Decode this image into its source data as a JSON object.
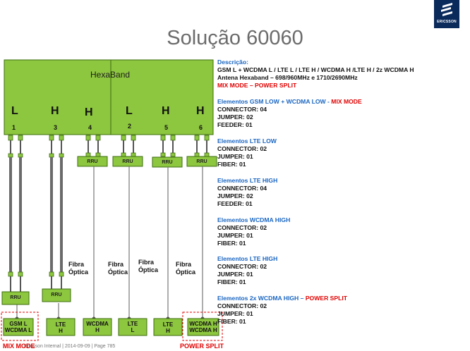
{
  "slide": {
    "title": "Solução 60060",
    "logo_text": "ERICSSON"
  },
  "antenna": {
    "name": "HexaBand",
    "columns": [
      {
        "band": "L",
        "port": "1"
      },
      {
        "band": "H",
        "port": "3"
      },
      {
        "band": "H",
        "port": "4"
      },
      {
        "band": "L",
        "port": "2"
      },
      {
        "band": "H",
        "port": "5"
      },
      {
        "band": "H",
        "port": "6"
      }
    ]
  },
  "rru_label": "RRU",
  "fibra_label": [
    "Fibra",
    "Óptica"
  ],
  "units": [
    {
      "line1": "GSM L",
      "line2": "WCDMA L"
    },
    {
      "line1": "LTE",
      "line2": "H"
    },
    {
      "line1": "WCDMA",
      "line2": "H"
    },
    {
      "line1": "LTE",
      "line2": "L"
    },
    {
      "line1": "LTE",
      "line2": "H"
    },
    {
      "line1": "WCDMA H",
      "line2": "WCDMA H"
    }
  ],
  "description": {
    "heading": "Descrição:",
    "line1": "GSM L + WCDMA L / LTE L / LTE H / WCDMA H /LTE H / 2z WCDMA H",
    "line2": "Antena Hexaband – 698/960MHz  e  1710/2690MHz",
    "mode": "MIX MODE – POWER SPLIT"
  },
  "elements": [
    {
      "title": "Elementos  GSM LOW + WCDMA LOW",
      "sep": " - ",
      "suffix": "MIX MODE",
      "lines": [
        "CONNECTOR: 04",
        "JUMPER: 02",
        "FEEDER: 01"
      ]
    },
    {
      "title": "Elementos  LTE LOW",
      "sep": "",
      "suffix": "",
      "lines": [
        "CONNECTOR: 02",
        "JUMPER: 01",
        "FIBER: 01"
      ]
    },
    {
      "title": "Elementos  LTE HIGH",
      "sep": "",
      "suffix": "",
      "lines": [
        "CONNECTOR: 04",
        "JUMPER: 02",
        "FEEDER: 01"
      ]
    },
    {
      "title": "Elementos  WCDMA HIGH",
      "sep": "",
      "suffix": "",
      "lines": [
        "CONNECTOR: 02",
        "JUMPER: 01",
        "FIBER: 01"
      ]
    },
    {
      "title": "Elementos  LTE HIGH",
      "sep": "",
      "suffix": "",
      "lines": [
        "CONNECTOR: 02",
        "JUMPER: 01",
        "FIBER: 01"
      ]
    },
    {
      "title": "Elementos  2x WCDMA HIGH",
      "sep": " – ",
      "suffix": "POWER SPLIT",
      "lines": [
        "CONNECTOR: 02",
        "JUMPER: 01",
        "FIBER: 01"
      ]
    }
  ],
  "footer": {
    "mix_mode": "MIX MODE",
    "power_split": "POWER SPLIT",
    "text": "Ericsson Internal  |  2014-09-09  |  Page 785"
  },
  "colors": {
    "antenna_fill": "#8dc63f",
    "antenna_border": "#3d6e0f",
    "blue_heading": "#1a66c2",
    "red_text": "#e00000"
  }
}
